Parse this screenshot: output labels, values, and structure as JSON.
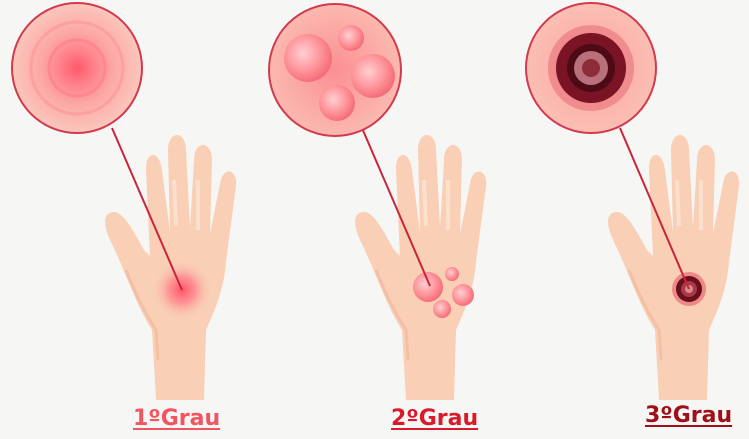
{
  "labels": {
    "first": "1ºGrau",
    "second": "2ºGrau",
    "third": "3ºGrau"
  },
  "colors": {
    "background": "#f6f7f4",
    "skin": "#f9cfb6",
    "skin_shadow": "#f2b99c",
    "pointer_line": "#c8243b",
    "label_first": "#f05560",
    "label_second": "#d81a2a",
    "label_third": "#a0101a",
    "burn_light": "#ff6b78",
    "blister": "#ff8d95",
    "burn_dark": "#6a0f1c"
  },
  "icons": [
    "hand-illustration",
    "magnifier-circle",
    "burn-spot",
    "blister"
  ]
}
